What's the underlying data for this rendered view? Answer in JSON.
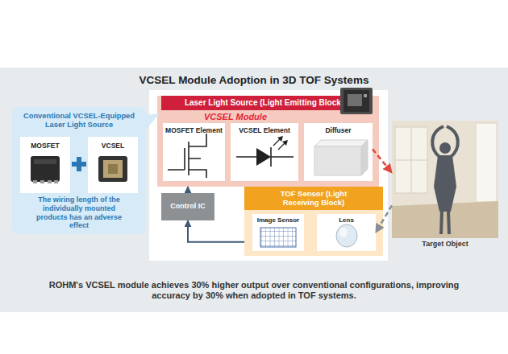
{
  "diagram": {
    "title": "VCSEL Module Adoption in 3D TOF Systems",
    "caption": "ROHM's VCSEL module achieves 30% higher output over conventional configurations, improving accuracy by 30% when adopted in TOF systems.",
    "nodes": [
      {
        "text": [
          "Conventional VCSEL-Equipped Laser Light Source",
          "The wiring length of the individually mounted products has an adverse effect"
        ]
      },
      {
        "text": [
          "MOSFET"
        ],
        "in": 0
      },
      {
        "text": [
          "VCSEL"
        ],
        "in": 0
      },
      {
        "text": [
          "Laser Light Source (Light Emitting Block)"
        ]
      },
      {
        "text": [
          "VCSEL Module"
        ],
        "in": 3
      },
      {
        "text": [
          "MOSFET Element"
        ],
        "in": 4
      },
      {
        "text": [
          "VCSEL Element"
        ],
        "in": 4
      },
      {
        "text": [
          "Diffuser"
        ],
        "in": 4
      },
      {
        "text": [
          "Control IC"
        ]
      },
      {
        "text": [
          "TOF Sensor (Light Receiving Block)"
        ]
      },
      {
        "text": [
          "Image Sensor"
        ],
        "in": 9
      },
      {
        "text": [
          "Lens"
        ],
        "in": 9
      },
      {
        "text": [
          "Target Object"
        ]
      }
    ],
    "edges": [
      {
        "from": 7,
        "to": 12,
        "arrow": "to"
      },
      {
        "from": 12,
        "to": 11,
        "arrow": "to"
      },
      {
        "from": 9,
        "to": 8,
        "arrow": "to"
      },
      {
        "from": 8,
        "to": 3,
        "arrow": "to"
      }
    ]
  }
}
